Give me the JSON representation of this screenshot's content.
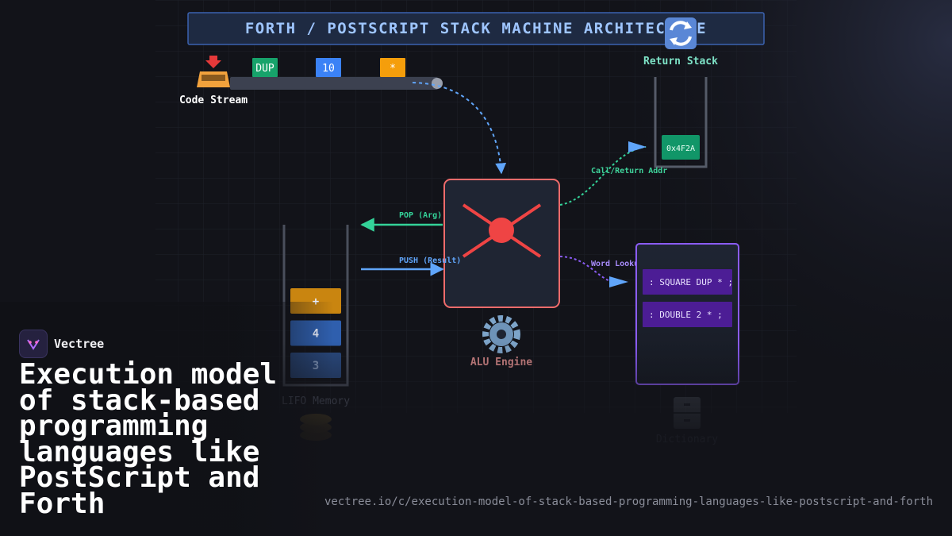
{
  "diagram": {
    "title": "FORTH / POSTSCRIPT STACK MACHINE ARCHITECTURE",
    "code_stream": {
      "label": "Code Stream",
      "icon": "inbox-tray-icon",
      "tokens": [
        {
          "text": "DUP",
          "color": "#17a36b"
        },
        {
          "text": "10",
          "color": "#3b82f6"
        },
        {
          "text": "*",
          "color": "#f59e0b"
        }
      ]
    },
    "return_stack": {
      "label": "Return Stack",
      "icon": "repeat-arrows-icon",
      "entry": "0x4F2A",
      "edge_label": "Call/Return Addr"
    },
    "alu": {
      "label": "ALU Engine",
      "icon": "gear-icon",
      "pop_label": "POP (Arg)",
      "push_label": "PUSH (Result)"
    },
    "lifo": {
      "label": "LIFO Memory",
      "icon": "coin-stack-icon",
      "items": [
        {
          "text": "+",
          "color": "#c98510"
        },
        {
          "text": "4",
          "color": "#2f5fae"
        },
        {
          "text": "3",
          "color": "#2a4a80"
        }
      ]
    },
    "dictionary": {
      "label": "Dictionary",
      "icon": "file-cabinet-icon",
      "edge_label": "Word Lookup",
      "entries": [
        ": SQUARE DUP * ;",
        ": DOUBLE 2 * ;"
      ]
    },
    "colors": {
      "accent_blue": "#60a5fa",
      "accent_green": "#34d399",
      "accent_purple": "#8b5cf6",
      "alu_red": "#ef4444"
    }
  },
  "brand": {
    "name": "Vectree"
  },
  "headline": "Execution model of stack-based programming languages like PostScript and Forth",
  "url": "vectree.io/c/execution-model-of-stack-based-programming-languages-like-postscript-and-forth"
}
